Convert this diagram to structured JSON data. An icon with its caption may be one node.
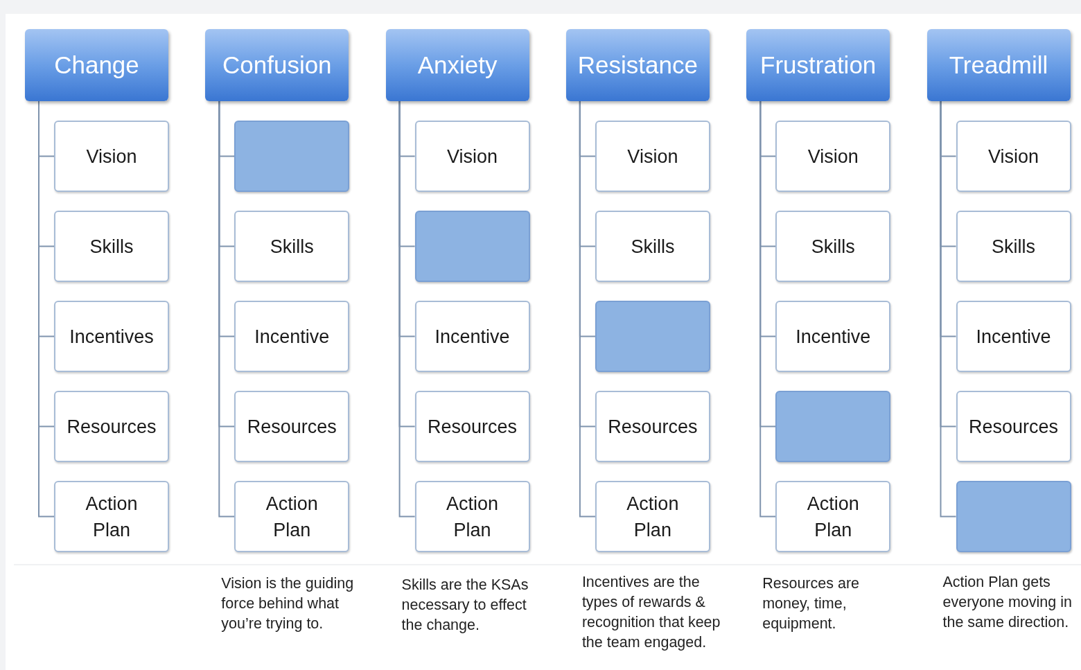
{
  "diagram": {
    "nodes": [
      {
        "text": [
          "Change"
        ]
      },
      {
        "text": [
          "Vision"
        ]
      },
      {
        "text": [
          "Skills"
        ]
      },
      {
        "text": [
          "Incentives"
        ]
      },
      {
        "text": [
          "Resources"
        ]
      },
      {
        "text": [
          "Action Plan"
        ]
      },
      {
        "text": [
          "Confusion"
        ]
      },
      {
        "text": [],
        "shape": "box"
      },
      {
        "text": [
          "Skills"
        ]
      },
      {
        "text": [
          "Incentive"
        ]
      },
      {
        "text": [
          "Resources"
        ]
      },
      {
        "text": [
          "Action Plan"
        ]
      },
      {
        "text": [
          "Anxiety"
        ]
      },
      {
        "text": [
          "Vision"
        ]
      },
      {
        "text": [],
        "shape": "box"
      },
      {
        "text": [
          "Incentive"
        ]
      },
      {
        "text": [
          "Resources"
        ]
      },
      {
        "text": [
          "Action Plan"
        ]
      },
      {
        "text": [
          "Resistance"
        ]
      },
      {
        "text": [
          "Vision"
        ]
      },
      {
        "text": [
          "Skills"
        ]
      },
      {
        "text": [],
        "shape": "box"
      },
      {
        "text": [
          "Resources"
        ]
      },
      {
        "text": [
          "Action Plan"
        ]
      },
      {
        "text": [
          "Frustration"
        ]
      },
      {
        "text": [
          "Vision"
        ]
      },
      {
        "text": [
          "Skills"
        ]
      },
      {
        "text": [
          "Incentive"
        ]
      },
      {
        "text": [],
        "shape": "box"
      },
      {
        "text": [
          "Action Plan"
        ]
      },
      {
        "text": [
          "Treadmill"
        ]
      },
      {
        "text": [
          "Vision"
        ]
      },
      {
        "text": [
          "Skills"
        ]
      },
      {
        "text": [
          "Incentive"
        ]
      },
      {
        "text": [
          "Resources"
        ]
      },
      {
        "text": [],
        "shape": "box"
      }
    ],
    "edges": [
      {
        "from": 0,
        "to": 1,
        "arrow": "none"
      },
      {
        "from": 0,
        "to": 2,
        "arrow": "none"
      },
      {
        "from": 0,
        "to": 3,
        "arrow": "none"
      },
      {
        "from": 0,
        "to": 4,
        "arrow": "none"
      },
      {
        "from": 0,
        "to": 5,
        "arrow": "none"
      },
      {
        "from": 6,
        "to": 7,
        "arrow": "none"
      },
      {
        "from": 6,
        "to": 8,
        "arrow": "none"
      },
      {
        "from": 6,
        "to": 9,
        "arrow": "none"
      },
      {
        "from": 6,
        "to": 10,
        "arrow": "none"
      },
      {
        "from": 6,
        "to": 11,
        "arrow": "none"
      },
      {
        "from": 12,
        "to": 13,
        "arrow": "none"
      },
      {
        "from": 12,
        "to": 14,
        "arrow": "none"
      },
      {
        "from": 12,
        "to": 15,
        "arrow": "none"
      },
      {
        "from": 12,
        "to": 16,
        "arrow": "none"
      },
      {
        "from": 12,
        "to": 17,
        "arrow": "none"
      },
      {
        "from": 18,
        "to": 19,
        "arrow": "none"
      },
      {
        "from": 18,
        "to": 20,
        "arrow": "none"
      },
      {
        "from": 18,
        "to": 21,
        "arrow": "none"
      },
      {
        "from": 18,
        "to": 22,
        "arrow": "none"
      },
      {
        "from": 18,
        "to": 23,
        "arrow": "none"
      },
      {
        "from": 24,
        "to": 25,
        "arrow": "none"
      },
      {
        "from": 24,
        "to": 26,
        "arrow": "none"
      },
      {
        "from": 24,
        "to": 27,
        "arrow": "none"
      },
      {
        "from": 24,
        "to": 28,
        "arrow": "none"
      },
      {
        "from": 24,
        "to": 29,
        "arrow": "none"
      },
      {
        "from": 30,
        "to": 31,
        "arrow": "none"
      },
      {
        "from": 30,
        "to": 32,
        "arrow": "none"
      },
      {
        "from": 30,
        "to": 33,
        "arrow": "none"
      },
      {
        "from": 30,
        "to": 34,
        "arrow": "none"
      },
      {
        "from": 30,
        "to": 35,
        "arrow": "none"
      }
    ],
    "labels": [
      "Vision is the guiding force behind what you’re trying to.",
      "Skills are the KSAs necessary to effect the change.",
      "Incentives are the types of rewards & recognition that keep the team engaged.",
      "Resources are money, time, equipment.",
      "Action Plan gets everyone moving in the same direction."
    ]
  }
}
